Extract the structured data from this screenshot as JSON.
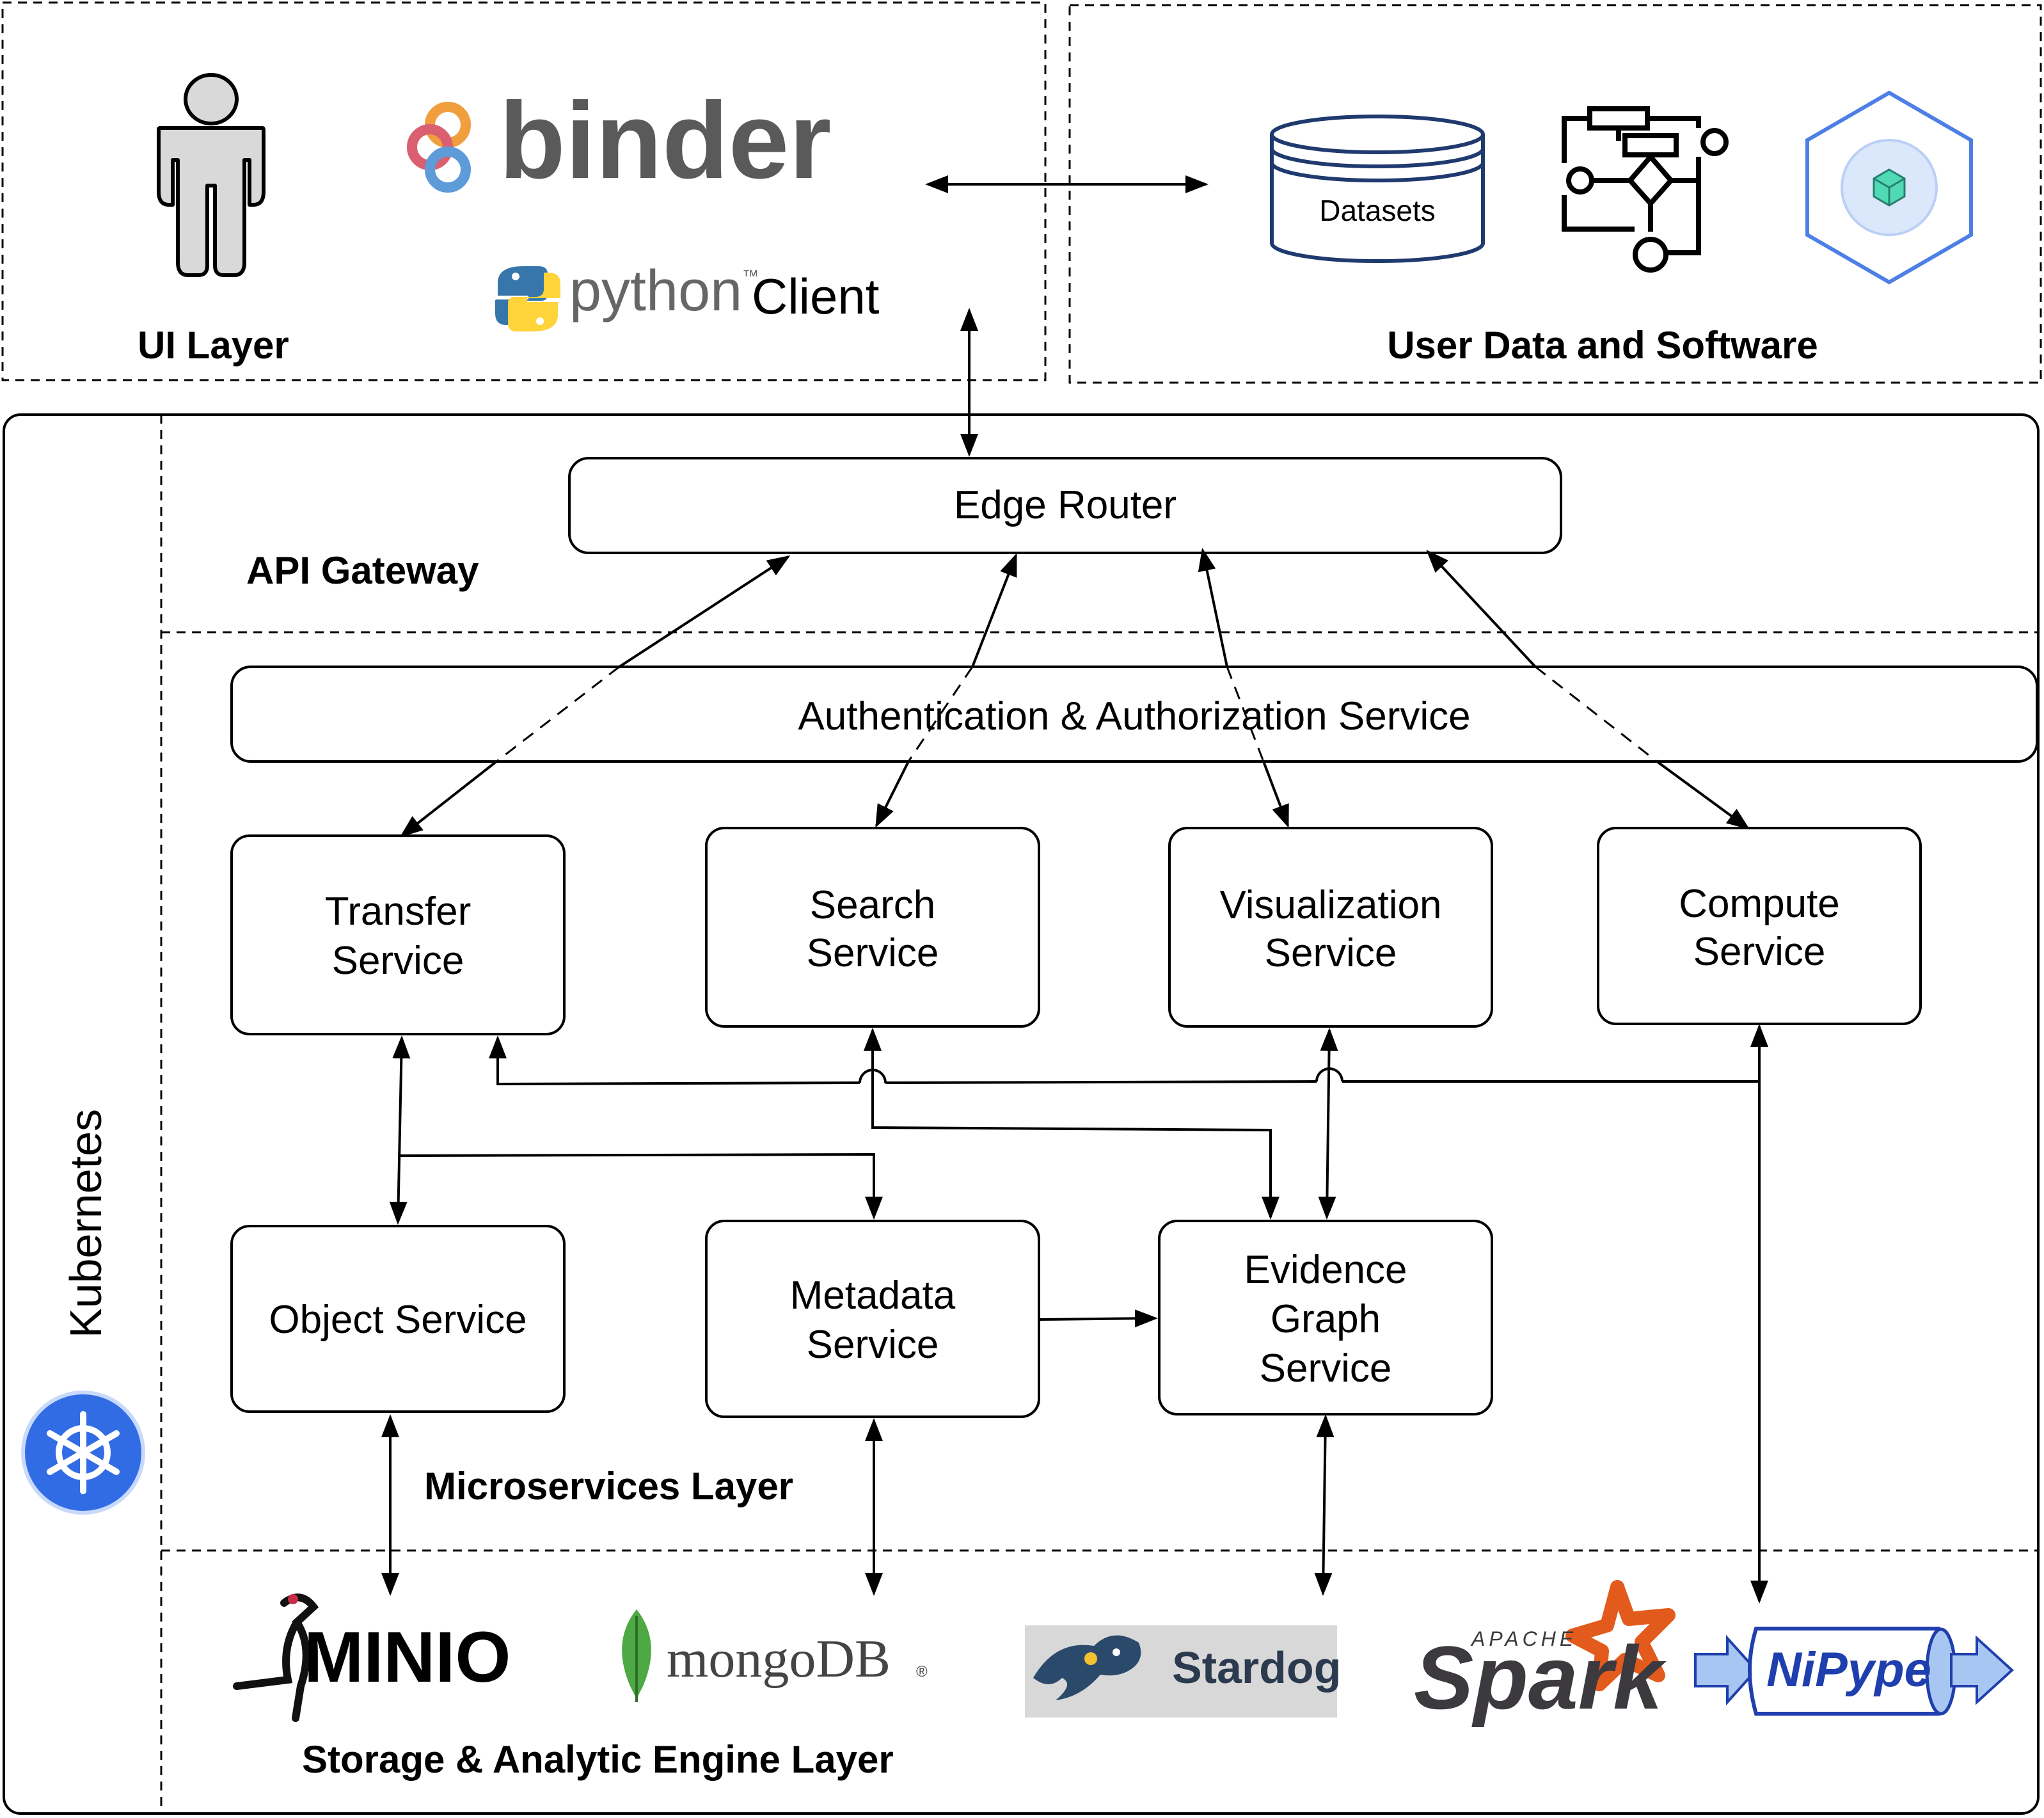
{
  "ui_layer": {
    "title": "UI Layer",
    "binder_logo": "binder",
    "python_logo": "python",
    "python_tm": "™",
    "client_label": "Client",
    "icons": [
      "person-icon",
      "binder-logo-icon",
      "python-logo-icon"
    ]
  },
  "user_data": {
    "title": "User Data and Software",
    "datasets_label": "Datasets",
    "icons": [
      "datasets-cylinder-icon",
      "workflow-icon",
      "container-hexagon-icon"
    ]
  },
  "kubernetes": {
    "label": "Kubernetes",
    "icon": "kubernetes-helm-icon"
  },
  "api_gateway": {
    "title": "API Gateway",
    "edge_router": "Edge Router"
  },
  "microservices": {
    "title": "Microservices Layer",
    "auth_service": "Authentication & Authorization Service",
    "transfer": [
      "Transfer",
      "Service"
    ],
    "search": [
      "Search",
      "Service"
    ],
    "visualization": [
      "Visualization",
      "Service"
    ],
    "compute": [
      "Compute",
      "Service"
    ],
    "object": "Object Service",
    "metadata": [
      "Metadata",
      "Service"
    ],
    "evidence": [
      "Evidence",
      "Graph",
      "Service"
    ]
  },
  "storage": {
    "title": "Storage & Analytic Engine Layer",
    "minio": "MINIO",
    "mongodb": "mongoDB",
    "mongodb_reg": "®",
    "stardog": "Stardog",
    "spark_apache": "APACHE",
    "spark": "Spark",
    "spark_tm": "™",
    "nipype": "NiPype"
  },
  "colors": {
    "binder_text": "#5a5a5a",
    "binder_orange": "#f09e3e",
    "binder_red": "#d95f71",
    "binder_blue": "#5d9cd8",
    "python_blue": "#3776ab",
    "python_yellow": "#ffd43b",
    "datasets_blue": "#1f3a6e",
    "k8s_blue": "#326ce5",
    "container_blue": "#4d7fe6",
    "mongo_green": "#4da943",
    "stardog_bg": "#d8d8d8",
    "stardog_text": "#2b3a4f",
    "spark_orange": "#e25a1c",
    "spark_gray": "#3c3a3e",
    "nipype_blue": "#1f3fae",
    "nipype_light": "#a8c6f2"
  }
}
